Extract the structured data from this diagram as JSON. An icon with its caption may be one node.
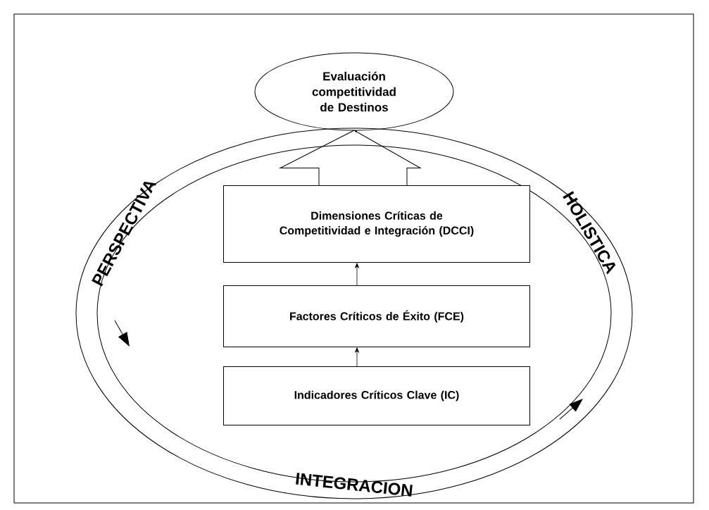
{
  "diagram": {
    "nodes": [
      {
        "text": [
          "Evaluación competitividad de Destinos"
        ]
      },
      {
        "text": [
          "PERSPECTIVA",
          "HOLISTICA",
          "INTEGRACION"
        ]
      },
      {
        "text": [
          "Dimensiones Críticas de Competitividad e Integración (DCCI)"
        ],
        "in": 1
      },
      {
        "text": [
          "Factores Críticos de Éxito (FCE)"
        ],
        "in": 1
      },
      {
        "text": [
          "Indicadores Críticos  Clave (IC)"
        ],
        "in": 1
      }
    ],
    "edges": [
      {
        "from": 2,
        "to": 0,
        "arrow": "to"
      },
      {
        "from": 3,
        "to": 2,
        "arrow": "to"
      },
      {
        "from": 4,
        "to": 3,
        "arrow": "to"
      }
    ]
  }
}
